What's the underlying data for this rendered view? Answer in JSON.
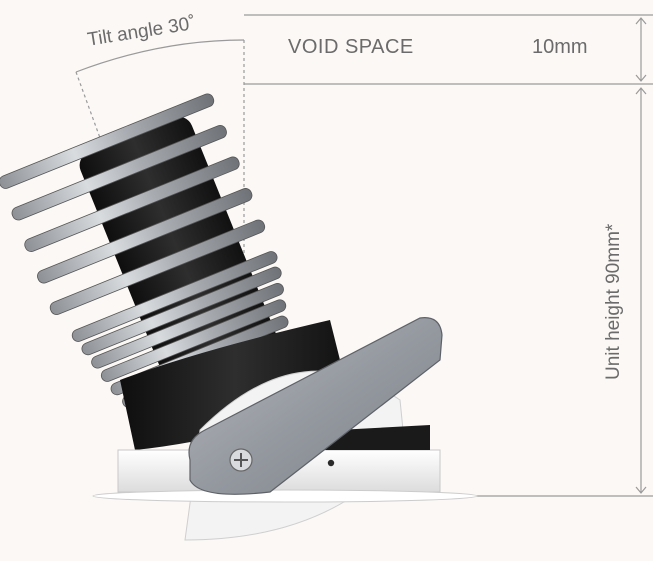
{
  "labels": {
    "tilt_angle": "Tilt angle 30˚",
    "void_space": "VOID SPACE",
    "void_value": "10mm",
    "unit_height": "Unit height 90mm*"
  },
  "colors": {
    "background": "#fbf8f5",
    "dimension_line": "#9a9a9a",
    "text": "#6b6b6b",
    "heatsink_aluminium": "#b9bcbf",
    "heatsink_dark": "#1c1c1c",
    "bracket_steel": "#9ea2a6",
    "trim_white": "#f1f1f1"
  },
  "icons": {
    "dimension_arrow": "double-headed-arrow",
    "screw": "phillips-screw-icon"
  }
}
